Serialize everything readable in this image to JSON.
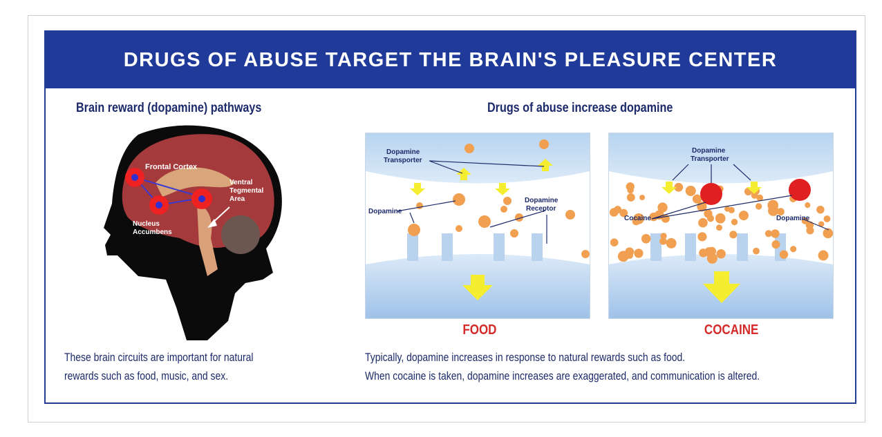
{
  "title": "DRUGS OF ABUSE TARGET THE BRAIN'S PLEASURE CENTER",
  "left": {
    "heading": "Brain reward (dopamine) pathways",
    "labels": {
      "frontal_cortex": "Frontal Cortex",
      "vta_1": "Ventral",
      "vta_2": "Tegmental",
      "vta_3": "Area",
      "nucleus_1": "Nucleus",
      "nucleus_2": "Accumbens"
    },
    "caption_lines": [
      "These brain circuits are important for natural",
      "rewards such as food, music, and sex."
    ]
  },
  "right": {
    "heading": "Drugs of abuse increase dopamine",
    "food_panel": {
      "label": "FOOD",
      "transporter_1": "Dopamine",
      "transporter_2": "Transporter",
      "dopamine": "Dopamine",
      "receptor_1": "Dopamine",
      "receptor_2": "Receptor"
    },
    "cocaine_panel": {
      "label": "COCAINE",
      "transporter_1": "Dopamine",
      "transporter_2": "Transporter",
      "cocaine": "Cocaine",
      "dopamine": "Dopamine"
    },
    "caption_lines": [
      "Typically, dopamine increases in response to natural rewards such as food.",
      "When cocaine is taken, dopamine increases are exaggerated, and communication is altered."
    ]
  },
  "colors": {
    "header": "#1f3a98",
    "text": "#1c2a6a",
    "label_red": "#d42a2a",
    "dopamine": "#f0a050",
    "cocaine": "#e02020"
  }
}
